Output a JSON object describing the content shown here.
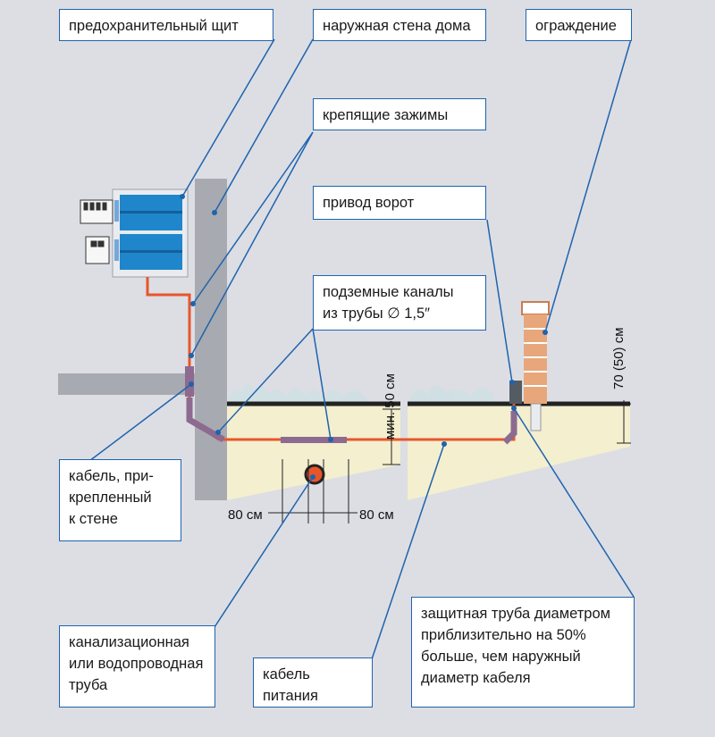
{
  "labels": {
    "panel": "предохранительный щит",
    "outer_wall": "наружная стена дома",
    "fence": "ограждение",
    "clamps": "крепящие зажимы",
    "gate_drive": "привод ворот",
    "channels": [
      "подземные каналы",
      "из трубы ∅ 1,5″"
    ],
    "wall_cable": [
      "кабель, при-",
      "крепленный",
      "к стене"
    ],
    "sewer_pipe": [
      "канализационная",
      "или водопроводная",
      "труба"
    ],
    "power_cable": [
      "кабель",
      "питания"
    ],
    "protective_pipe": [
      "защитная труба диаметром",
      "приблизительно на 50%",
      "больше, чем наружный",
      "диаметр кабеля"
    ]
  },
  "dimensions": {
    "left_80": "80 см",
    "right_80": "80 см",
    "min_depth": "мин. 50 см",
    "fence_depth": "70 (50) см"
  },
  "colors": {
    "background": "#dcdee4",
    "wall": "#a7aab0",
    "ground_soil": "#f3efcf",
    "cable": "#e8552a",
    "conduit": "#8d6a8f",
    "leader": "#1f63ad",
    "panel_blue": "#1f86cc",
    "brick": "#e7a77a"
  }
}
